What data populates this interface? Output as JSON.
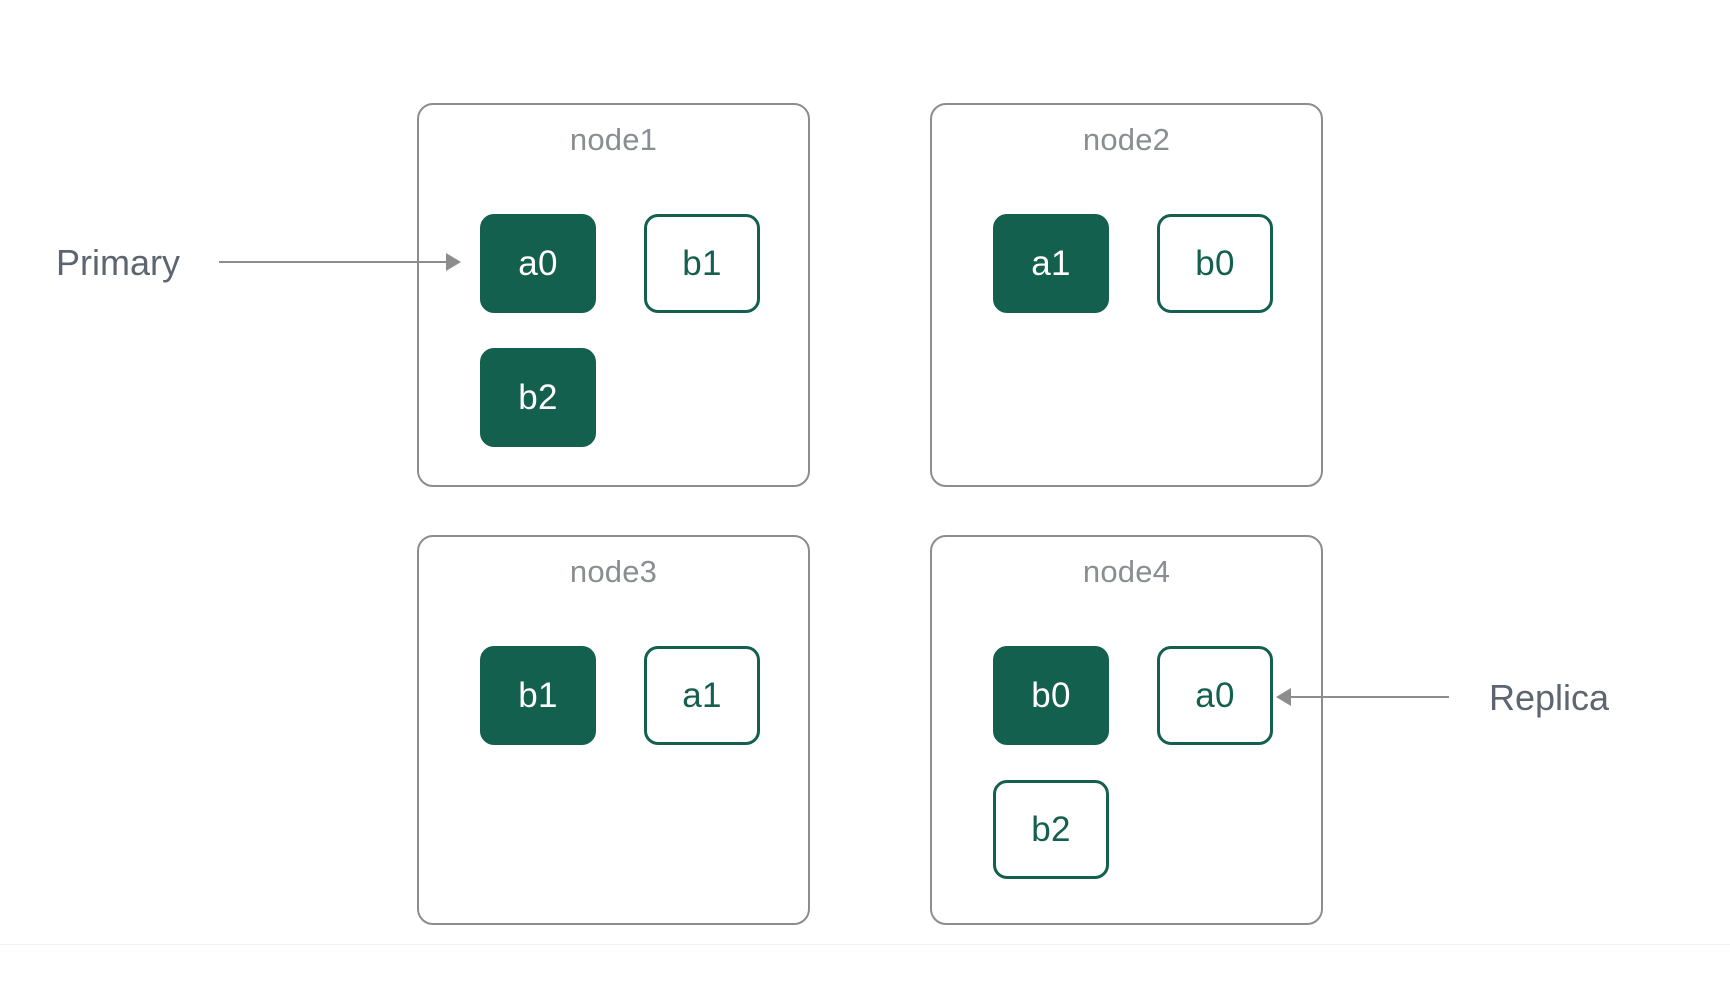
{
  "diagram": {
    "title_hidden": "",
    "colors": {
      "primary_fill": "#14604F",
      "primary_text": "#FFFFFF",
      "replica_border": "#14604F",
      "replica_text": "#14604F",
      "node_border": "#8D8D8D",
      "node_label": "#8A8D91",
      "annotation_text": "#5D6570",
      "leader_line": "#8D8D8D",
      "background": "#FFFFFF"
    },
    "nodes": [
      {
        "id": "node1",
        "label": "node1",
        "shards": [
          {
            "name": "a0",
            "role": "primary",
            "col": 0,
            "row": 0
          },
          {
            "name": "b1",
            "role": "replica",
            "col": 1,
            "row": 0
          },
          {
            "name": "b2",
            "role": "primary",
            "col": 0,
            "row": 1
          }
        ]
      },
      {
        "id": "node2",
        "label": "node2",
        "shards": [
          {
            "name": "a1",
            "role": "primary",
            "col": 0,
            "row": 0
          },
          {
            "name": "b0",
            "role": "replica",
            "col": 1,
            "row": 0
          }
        ]
      },
      {
        "id": "node3",
        "label": "node3",
        "shards": [
          {
            "name": "b1",
            "role": "primary",
            "col": 0,
            "row": 0
          },
          {
            "name": "a1",
            "role": "replica",
            "col": 1,
            "row": 0
          }
        ]
      },
      {
        "id": "node4",
        "label": "node4",
        "shards": [
          {
            "name": "b0",
            "role": "primary",
            "col": 0,
            "row": 0
          },
          {
            "name": "a0",
            "role": "replica",
            "col": 1,
            "row": 0
          },
          {
            "name": "b2",
            "role": "replica",
            "col": 0,
            "row": 1
          }
        ]
      }
    ],
    "annotations": [
      {
        "id": "primary",
        "label": "Primary",
        "points_to": "node1.a0",
        "direction": "right"
      },
      {
        "id": "replica",
        "label": "Replica",
        "points_to": "node4.a0",
        "direction": "left"
      }
    ]
  }
}
